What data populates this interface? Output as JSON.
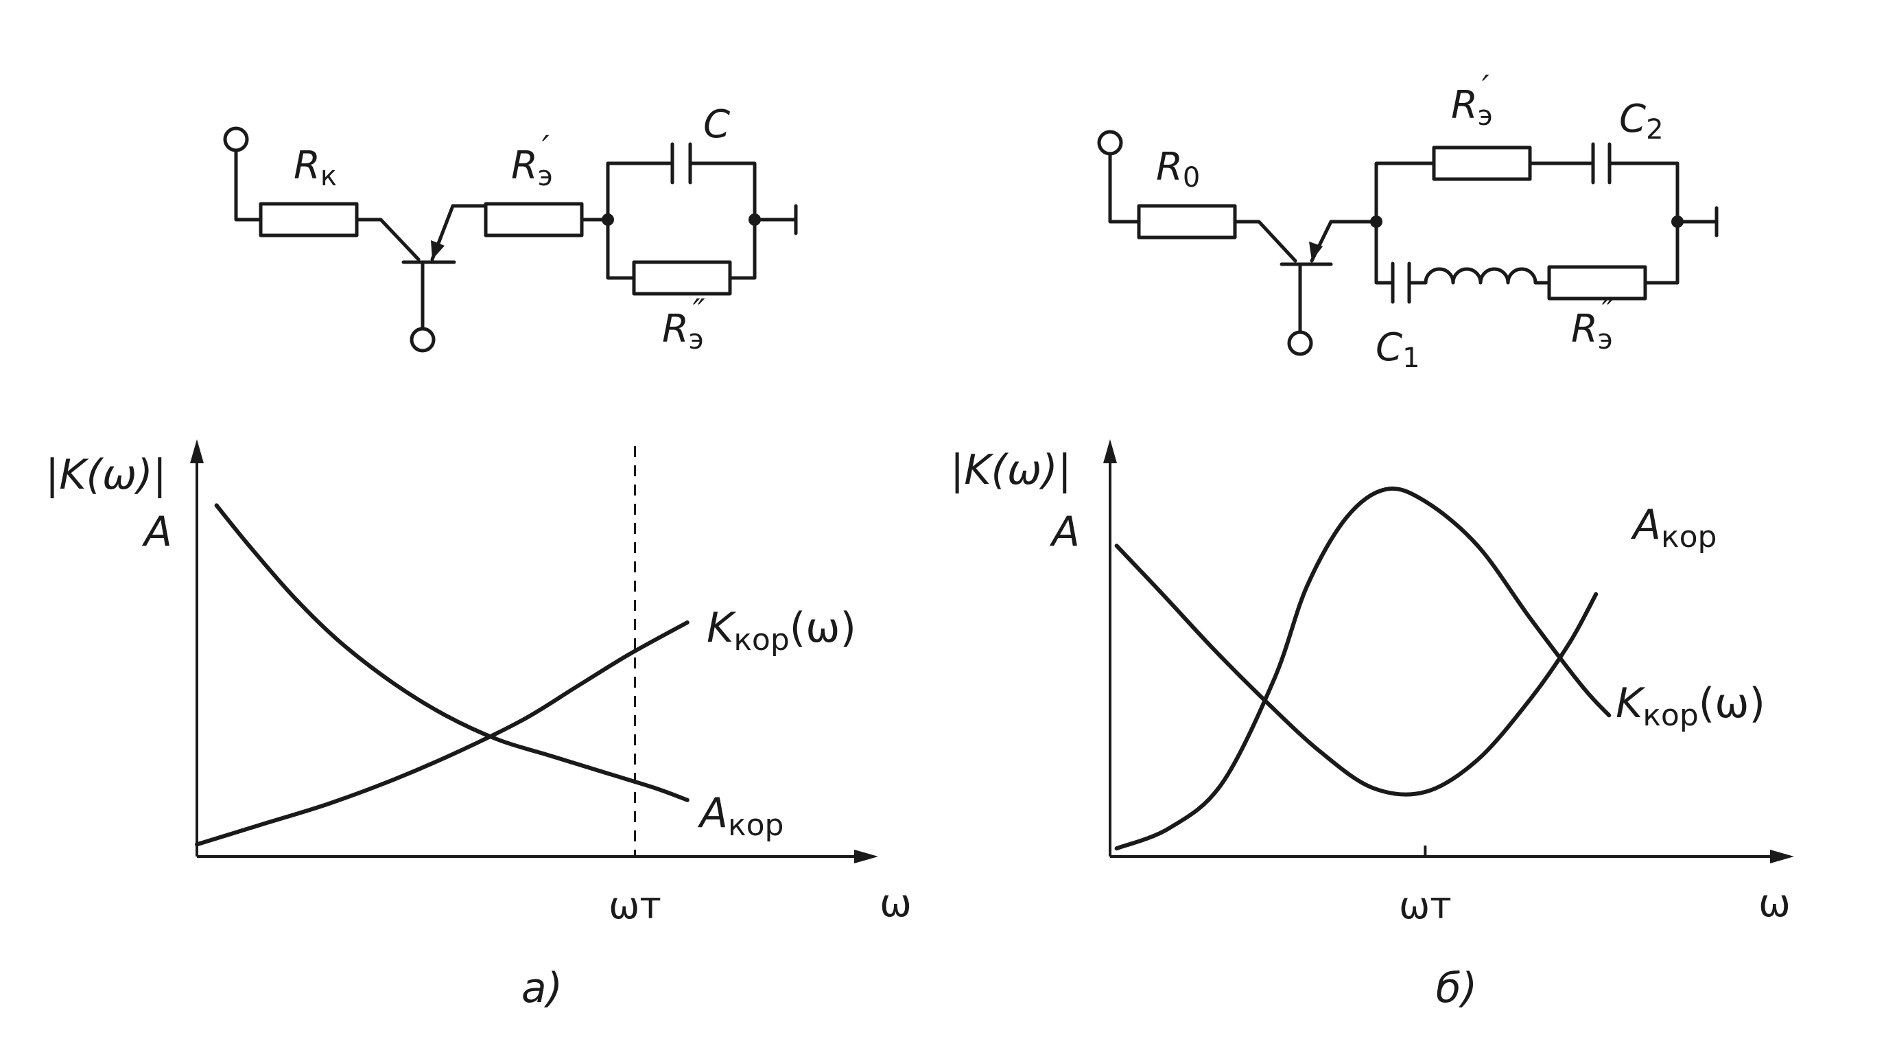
{
  "colors": {
    "ink": "#1a1a1a",
    "background": "#ffffff"
  },
  "circuit_a": {
    "resistor_collector": "R",
    "resistor_collector_sub": "к",
    "resistor_emitter1": "R",
    "resistor_emitter1_sub": "э",
    "resistor_emitter1_mark": "′",
    "capacitor": "C",
    "resistor_emitter2": "R",
    "resistor_emitter2_sub": "э",
    "resistor_emitter2_mark": "″"
  },
  "circuit_b": {
    "resistor_0": "R",
    "resistor_0_sub": "0",
    "resistor_emitter1": "R",
    "resistor_emitter1_sub": "э",
    "resistor_emitter1_mark": "′",
    "capacitor2": "C",
    "capacitor2_sub": "2",
    "capacitor1": "C",
    "capacitor1_sub": "1",
    "resistor_emitter2": "R",
    "resistor_emitter2_sub": "э",
    "resistor_emitter2_mark": "″"
  },
  "chart_data": [
    {
      "type": "line",
      "panel_label": "а)",
      "ylabel": "|K(ω)|",
      "ylabel_2": "A",
      "xlabel": "ω",
      "x_marker": "ωт",
      "marker_style": "dashed vertical line",
      "axis_ticks": "none",
      "xlim": [
        0,
        1
      ],
      "ylim": [
        0,
        1
      ],
      "marker_x": 0.67,
      "series": [
        {
          "name": "Aкор",
          "label_main": "A",
          "label_sub": "кор",
          "label_func": "",
          "x": [
            0.03,
            0.08,
            0.15,
            0.22,
            0.3,
            0.38,
            0.46,
            0.54,
            0.62,
            0.7,
            0.75
          ],
          "y": [
            0.87,
            0.77,
            0.64,
            0.53,
            0.43,
            0.35,
            0.29,
            0.25,
            0.21,
            0.17,
            0.14
          ]
        },
        {
          "name": "Kкор(ω)",
          "label_main": "K",
          "label_sub": "кор",
          "label_func": "(ω)",
          "x": [
            0.0,
            0.1,
            0.2,
            0.3,
            0.4,
            0.5,
            0.58,
            0.66,
            0.75
          ],
          "y": [
            0.03,
            0.08,
            0.13,
            0.19,
            0.26,
            0.34,
            0.42,
            0.5,
            0.58
          ]
        }
      ]
    },
    {
      "type": "line",
      "panel_label": "б)",
      "ylabel": "|K(ω)|",
      "ylabel_2": "A",
      "xlabel": "ω",
      "x_marker": "ωт",
      "marker_style": "tick",
      "axis_ticks": "none",
      "xlim": [
        0,
        1
      ],
      "ylim": [
        0,
        1
      ],
      "marker_x": 0.48,
      "series": [
        {
          "name": "Aкор",
          "label_main": "A",
          "label_sub": "кор",
          "label_func": "",
          "x": [
            0.01,
            0.08,
            0.16,
            0.24,
            0.32,
            0.4,
            0.48,
            0.56,
            0.64,
            0.7,
            0.74
          ],
          "y": [
            0.77,
            0.65,
            0.51,
            0.38,
            0.26,
            0.17,
            0.16,
            0.24,
            0.39,
            0.53,
            0.65
          ]
        },
        {
          "name": "Kкор(ω)",
          "label_main": "K",
          "label_sub": "кор",
          "label_func": "(ω)",
          "x": [
            0.01,
            0.09,
            0.17,
            0.25,
            0.3,
            0.36,
            0.42,
            0.48,
            0.56,
            0.64,
            0.72,
            0.76
          ],
          "y": [
            0.02,
            0.07,
            0.18,
            0.44,
            0.67,
            0.84,
            0.91,
            0.88,
            0.77,
            0.59,
            0.42,
            0.35
          ]
        }
      ]
    }
  ]
}
